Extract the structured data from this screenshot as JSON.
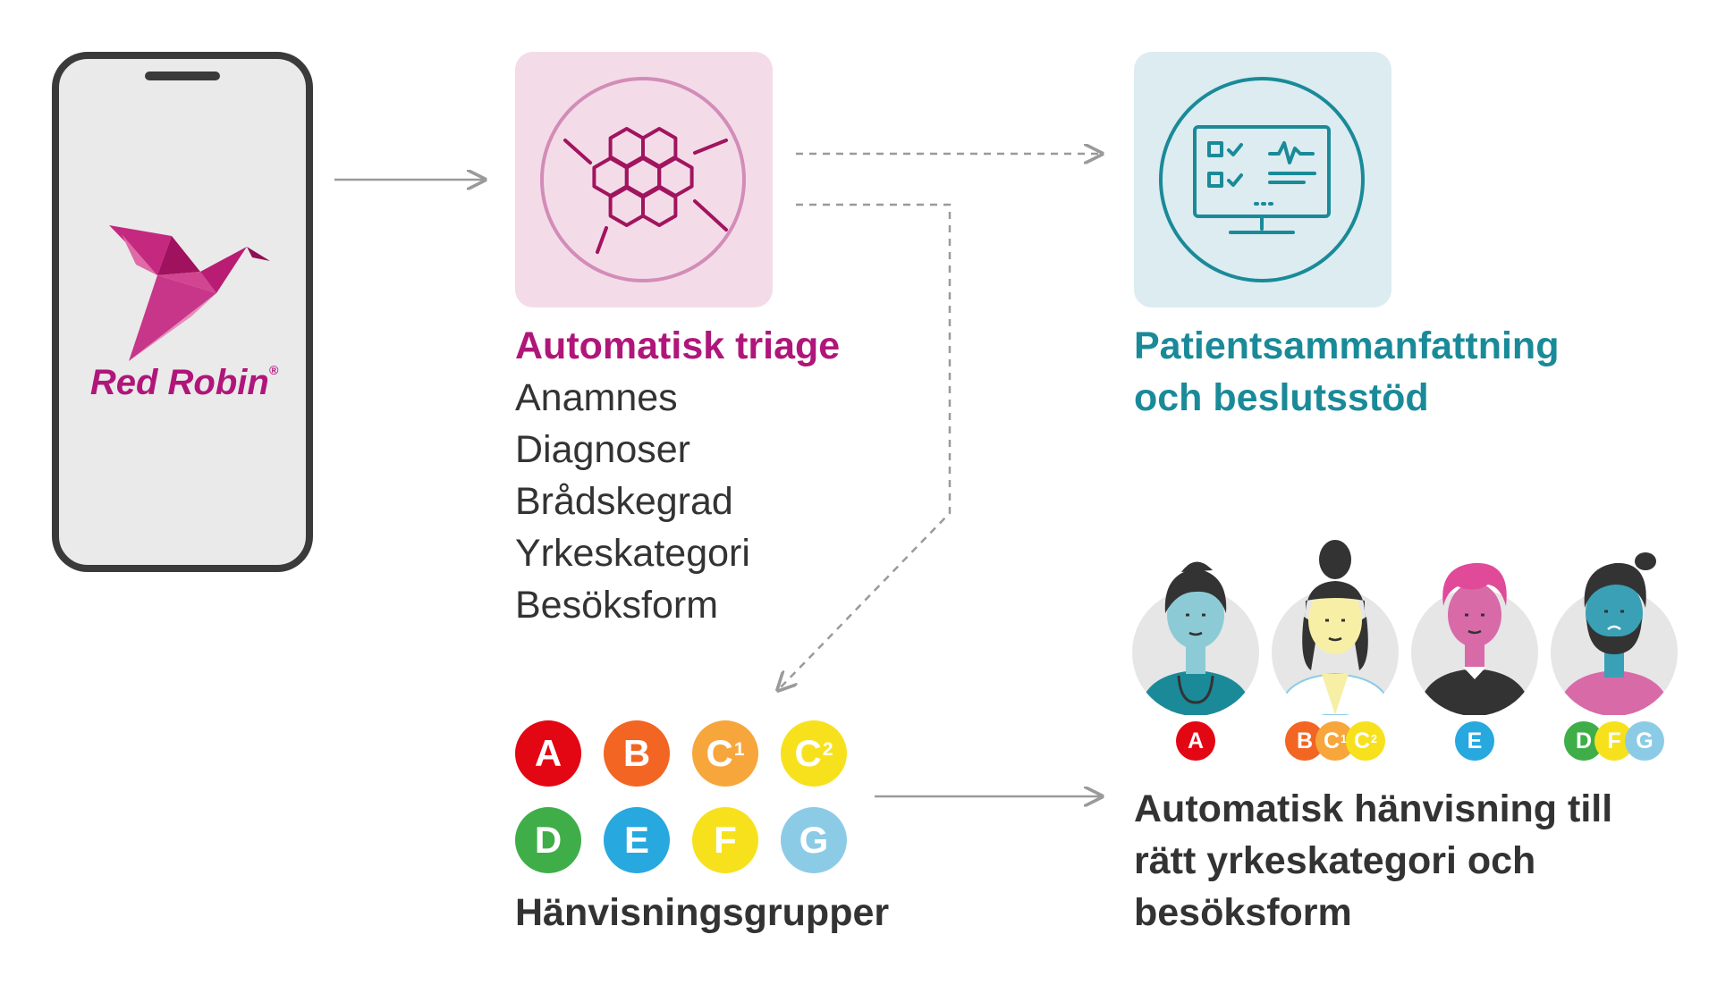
{
  "phone": {
    "brand": "Red Robin",
    "trademark": "®"
  },
  "triage": {
    "heading": "Automatisk triage",
    "items": [
      "Anamnes",
      "Diagnoser",
      "Brådskegrad",
      "Yrkeskategori",
      "Besöksform"
    ]
  },
  "summary": {
    "heading_line1": "Patientsammanfattning",
    "heading_line2": "och beslutsstöd"
  },
  "groups": {
    "caption": "Hänvisningsgrupper",
    "badges": [
      {
        "letter": "A",
        "sup": "",
        "color": "#e30613"
      },
      {
        "letter": "B",
        "sup": "",
        "color": "#f26522"
      },
      {
        "letter": "C",
        "sup": "1",
        "color": "#f7a63c"
      },
      {
        "letter": "C",
        "sup": "2",
        "color": "#f7e11d"
      },
      {
        "letter": "D",
        "sup": "",
        "color": "#3fae49"
      },
      {
        "letter": "E",
        "sup": "",
        "color": "#27a8df"
      },
      {
        "letter": "F",
        "sup": "",
        "color": "#f7e11d"
      },
      {
        "letter": "G",
        "sup": "",
        "color": "#8ccbe6"
      }
    ]
  },
  "referral": {
    "line1": "Automatisk hänvisning till",
    "line2": "rätt yrkeskategori och",
    "line3": "besöksform",
    "professionals": [
      {
        "icon": "doctor-avatar-icon",
        "badges": [
          {
            "letter": "A",
            "sup": "",
            "color": "#e30613"
          }
        ]
      },
      {
        "icon": "nurse-avatar-icon",
        "badges": [
          {
            "letter": "B",
            "sup": "",
            "color": "#f26522"
          },
          {
            "letter": "C",
            "sup": "1",
            "color": "#f7a63c"
          },
          {
            "letter": "C",
            "sup": "2",
            "color": "#f7e11d"
          }
        ]
      },
      {
        "icon": "therapist-avatar-icon",
        "badges": [
          {
            "letter": "E",
            "sup": "",
            "color": "#27a8df"
          }
        ]
      },
      {
        "icon": "counselor-avatar-icon",
        "badges": [
          {
            "letter": "D",
            "sup": "",
            "color": "#3fae49"
          },
          {
            "letter": "F",
            "sup": "",
            "color": "#f7e11d"
          },
          {
            "letter": "G",
            "sup": "",
            "color": "#8ccbe6"
          }
        ]
      }
    ]
  },
  "colors": {
    "magenta": "#b0167a",
    "teal": "#1a8a99",
    "pink_panel": "#f3dce8",
    "teal_panel": "#dcecf0",
    "text_dark": "#333333",
    "arrow_gray": "#9a9a9a"
  }
}
